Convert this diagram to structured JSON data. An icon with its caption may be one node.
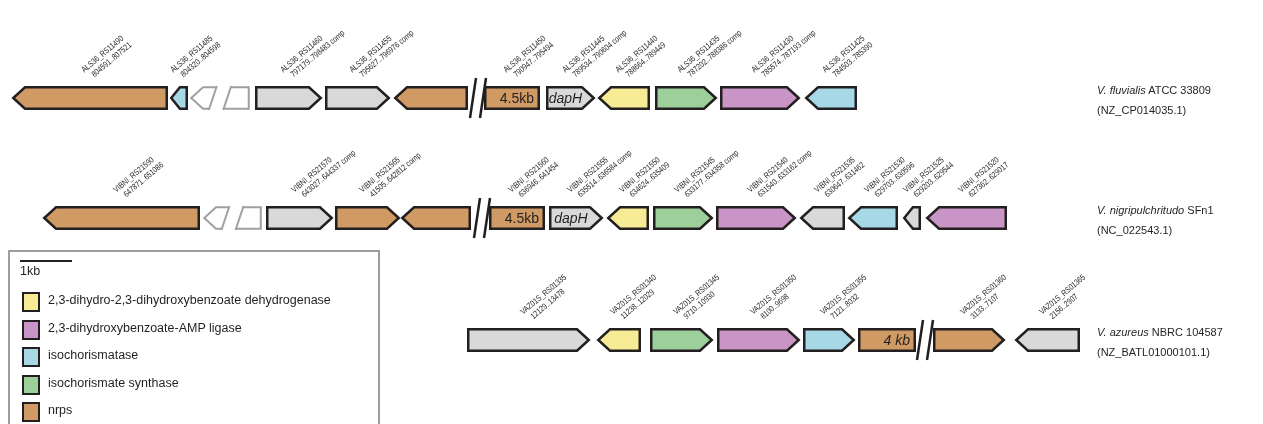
{
  "diagram": {
    "nodes": [
      {
        "text": [],
        "shape": "arrow",
        "beside": [
          "ALS36_RS11490",
          "804591..807521"
        ]
      },
      {
        "text": [],
        "shape": "arrow",
        "beside": [
          "ALS36_RS11485",
          "804320..804598"
        ]
      },
      {
        "text": [],
        "shape": "arrow"
      },
      {
        "text": [],
        "shape": "arrow",
        "beside": [
          "ALS36_RS11460",
          "797179..798483 comp"
        ]
      },
      {
        "text": [],
        "shape": "arrow",
        "beside": [
          "ALS36_RS11455",
          "795627..796976 comp"
        ]
      },
      {
        "text": [],
        "shape": "arrow"
      },
      {
        "text": [
          "4.5kb"
        ],
        "beside": [
          "ALS36_RS11450",
          "790947..795494"
        ]
      },
      {
        "text": [
          "dapH"
        ],
        "beside": [
          "ALS36_RS11445",
          "789534..790604 comp"
        ]
      },
      {
        "text": [],
        "shape": "arrow",
        "beside": [
          "ALS36_RS11440",
          "788664..789449"
        ]
      },
      {
        "text": [],
        "shape": "arrow",
        "beside": [
          "ALS36_RS11435",
          "787202..788386 comp"
        ]
      },
      {
        "text": [],
        "shape": "arrow",
        "beside": [
          "ALS36_RS11430",
          "785574..787193 comp"
        ]
      },
      {
        "text": [],
        "shape": "arrow",
        "beside": [
          "ALS36_RS11425",
          "784503..785390"
        ]
      },
      {
        "text": [],
        "shape": "arrow",
        "beside": [
          "VIBNI_RS21590",
          "647871..651086"
        ]
      },
      {
        "text": [],
        "shape": "arrow"
      },
      {
        "text": [],
        "shape": "arrow",
        "beside": [
          "VIBNI_RS21570",
          "643027..644337 comp"
        ]
      },
      {
        "text": [],
        "shape": "arrow",
        "beside": [
          "VIBNI_RS21565",
          "41505..642812 comp"
        ]
      },
      {
        "text": [],
        "shape": "arrow"
      },
      {
        "text": [
          "4.5kb"
        ],
        "beside": [
          "VIBNI_RS21560",
          "636946..641454"
        ]
      },
      {
        "text": [
          "dapH"
        ],
        "beside": [
          "VIBNI_RS21555",
          "635514..636584 comp"
        ]
      },
      {
        "text": [],
        "shape": "arrow",
        "beside": [
          "VIBNI_RS21550",
          "634624..635409"
        ]
      },
      {
        "text": [],
        "shape": "arrow",
        "beside": [
          "VIBNI_RS21545",
          "633177..634358 comp"
        ]
      },
      {
        "text": [],
        "shape": "arrow",
        "beside": [
          "VIBNI_RS21540",
          "631540..633162 comp"
        ]
      },
      {
        "text": [],
        "shape": "arrow",
        "beside": [
          "VIBNI_RS21535",
          "630647..631462"
        ]
      },
      {
        "text": [],
        "shape": "arrow",
        "beside": [
          "VIBNI_RS21530",
          "629703..630596"
        ]
      },
      {
        "text": [],
        "shape": "arrow",
        "beside": [
          "VIBNI_RS21525",
          "629203..629544"
        ]
      },
      {
        "text": [],
        "shape": "arrow",
        "beside": [
          "VIBNI_RS21520",
          "627362..629017"
        ]
      },
      {
        "text": [],
        "shape": "arrow",
        "beside": [
          "VAZ01S_RS01335",
          "12129..13478"
        ]
      },
      {
        "text": [],
        "shape": "arrow",
        "beside": [
          "VAZ01S_RS01340",
          "11238..12029"
        ]
      },
      {
        "text": [],
        "shape": "arrow",
        "beside": [
          "VAZ01S_RS01345",
          "9710..10930"
        ]
      },
      {
        "text": [],
        "shape": "arrow",
        "beside": [
          "VAZ01S_RS01350",
          "8100..9698"
        ]
      },
      {
        "text": [],
        "shape": "arrow",
        "beside": [
          "VAZ01S_RS01355",
          "7121..8032"
        ]
      },
      {
        "text": [
          "4 kb"
        ]
      },
      {
        "text": [],
        "shape": "arrow",
        "beside": [
          "VAZ01S_RS01360",
          "3133..7107"
        ]
      },
      {
        "text": [],
        "shape": "arrow",
        "beside": [
          "VAZ01S_RS01365",
          "2156..2907"
        ]
      }
    ],
    "edges": [],
    "labels": [
      "*V. fluvialis* ATCC 33809",
      "(NZ_CP014035.1)",
      "*V. nigripulchritudo* SFn1",
      "(NC_022543.1)",
      "1kb",
      "*V. azureus* NBRC 104587",
      "(NZ_BATL01000101.1)"
    ],
    "legend": [
      {
        "text": "2,3-dihydro-2,3-dihydroxybenzoate dehydrogenase",
        "color": "#f7ec95"
      },
      {
        "text": "2,3-dihydroxybenzoate-AMP ligase",
        "color": "#c994c6"
      },
      {
        "text": "isochorismatase",
        "color": "#a6d8e6"
      },
      {
        "text": "isochorismate synthase",
        "color": "#9dcf9a"
      },
      {
        "text": "nrps",
        "color": "#cf9a64"
      }
    ]
  }
}
